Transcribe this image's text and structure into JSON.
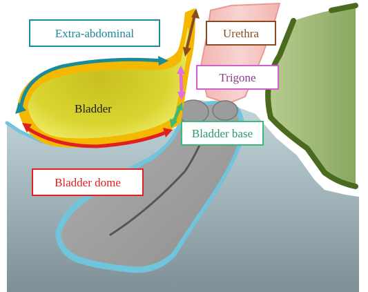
{
  "labels": {
    "extra_abdominal": "Extra-abdominal",
    "urethra": "Urethra",
    "trigone": "Trigone",
    "bladder": "Bladder",
    "bladder_base": "Bladder base",
    "bladder_dome": "Bladder dome"
  },
  "colors": {
    "extra_abdominal": "#1b8a9a",
    "urethra": "#8a4a22",
    "trigone": "#c050c0",
    "bladder_base": "#3cb878",
    "bladder_dome": "#e02020",
    "bladder_fill": "#d8d020",
    "bladder_wall": "#f5b800",
    "peritoneum": "#70c4dc",
    "rectum_wall": "#4a6a1e"
  }
}
